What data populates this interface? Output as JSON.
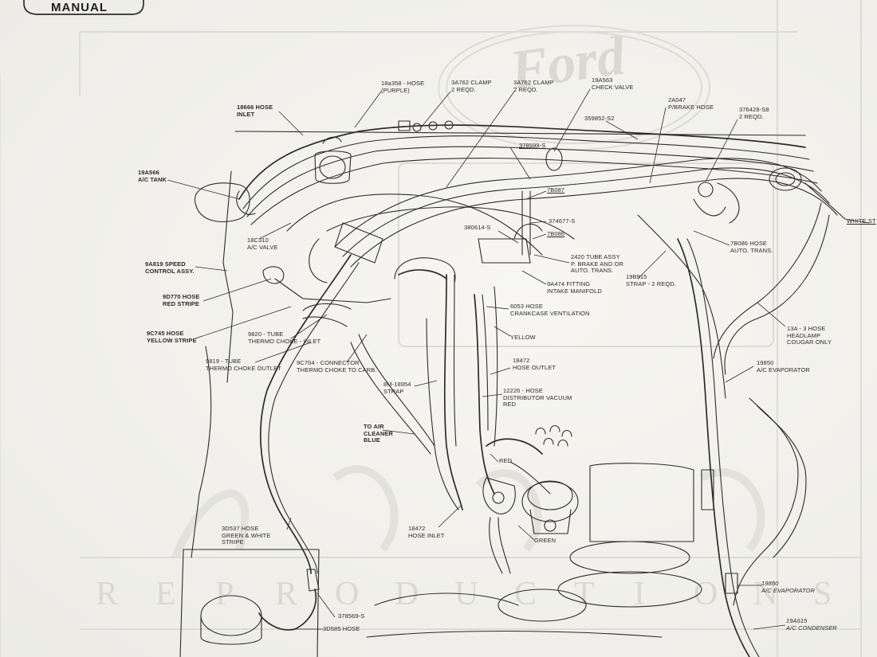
{
  "header": {
    "manual_label": "MANUAL"
  },
  "watermark": {
    "oval_text": "Ford",
    "letters": [
      "R",
      "E",
      "P",
      "R",
      "O",
      "D",
      "U",
      "C",
      "T",
      "I",
      "O",
      "N",
      "S"
    ]
  },
  "colors": {
    "ink": "#2a2a2a",
    "paper": "#f4f3ef",
    "watermark": "#d9d8d2"
  },
  "labels": {
    "hose_purple": "18a358 - HOSE\n(PURPLE)",
    "clamp1": "3A762 CLAMP\n2 REQD.",
    "clamp2": "3A762 CLAMP\n2 REQD.",
    "check_valve": "19A563\nCHECK VALVE",
    "pbrake_hose": "2A047\nP/BRAKE HOSE",
    "part_376428": "376428-S8\n2 REQD.",
    "part_359852": "359852-S2",
    "hose_inlet_top": "18666 HOSE\nINLET",
    "part_378599": "378599-S",
    "ac_tank": "19A566\nA/C TANK",
    "part_7b087": "7B087",
    "part_374677": "374677-S",
    "part_7b086": "7B086",
    "part_380614": "380614-S",
    "white_st": "WHITE ST",
    "ac_valve": "18C310\nA/C VALVE",
    "speed_control": "9A819 SPEED\nCONTROL ASSY.",
    "tube_assy": "2420 TUBE ASSY\nP. BRAKE AND OR\nAUTO. TRANS.",
    "hose_auto_trans": "7B086 HOSE\nAUTO. TRANS.",
    "strap_2": "19B915\nSTRAP - 2 REQD.",
    "fitting": "9A474 FITTING\nINTAKE MANIFOLD",
    "hose_red_stripe": "9D770 HOSE\nRED STRIPE",
    "crankcase": "6053 HOSE\nCRANKCASE VENTILATION",
    "hose_yellow_stripe": "9C745 HOSE\nYELLOW STRIPE",
    "thermo_choke_inlet": "9820 - TUBE\nTHERMO CHOKE - INLET",
    "yellow": "YELLOW",
    "headlamp": "13A - 3 HOSE\nHEADLAMP\nCOUGAR ONLY",
    "thermo_choke_outlet": "9819 - TUBE\nTHERMO CHOKE OUTLET",
    "connector": "9C704 - CONNECTOR\nTHERMO CHOKE TO CARB.",
    "hose_outlet": "18472\nHOSE OUTLET",
    "ac_evap1": "19850\nA/C EVAPORATOR",
    "strap": "8M-18954\nSTRAP",
    "dist_vacuum": "12226 - HOSE\nDISTRIBUTOR VACUUM\nRED",
    "air_cleaner": "TO AIR\nCLEANER\nBLUE",
    "red": "RED",
    "hose_green_white": "3D537 HOSE\nGREEN & WHITE\nSTRIPE",
    "hose_inlet_bottom": "18472\nHOSE INLET",
    "green": "GREEN",
    "ac_evap2": "19850\nA/C EVAPORATOR",
    "part_378569": "378569-S",
    "hose_3d585": "3D585 HOSE",
    "ac_condenser": "19A615\nA/C CONDENSER"
  }
}
